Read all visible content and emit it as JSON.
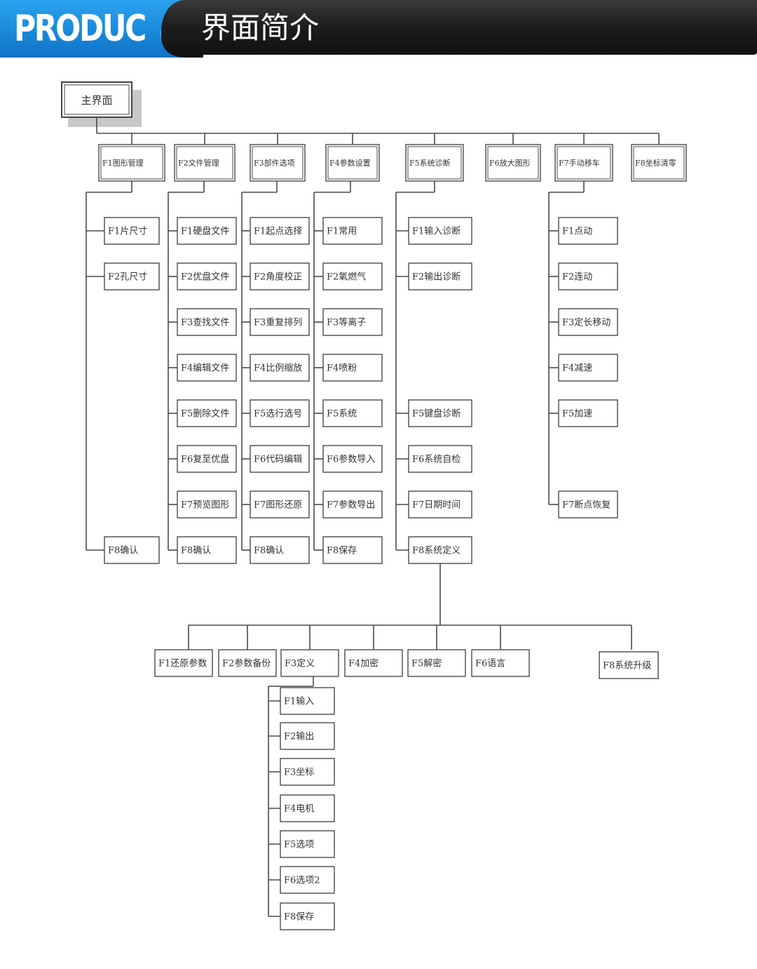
{
  "header": {
    "logo_text": "PRODUC",
    "title": "界面简介",
    "colors": {
      "banner_dark": "#1e1e1e",
      "logo_blue": "#1a8fe0"
    }
  },
  "diagram": {
    "root": "主界面",
    "menus": [
      {
        "label": "F1图形管理",
        "items": [
          "F1片尺寸",
          "F2孔尺寸",
          "F8确认"
        ]
      },
      {
        "label": "F2文件管理",
        "items": [
          "F1硬盘文件",
          "F2优盘文件",
          "F3查找文件",
          "F4编辑文件",
          "F5删除文件",
          "F6复至优盘",
          "F7预览图形",
          "F8确认"
        ]
      },
      {
        "label": "F3部件选项",
        "items": [
          "F1起点选择",
          "F2角度校正",
          "F3重复排列",
          "F4比例缩放",
          "F5选行选号",
          "F6代码编辑",
          "F7图形还原",
          "F8确认"
        ]
      },
      {
        "label": "F4参数设置",
        "items": [
          "F1常用",
          "F2氧燃气",
          "F3等离子",
          "F4喷粉",
          "F5系统",
          "F6参数导入",
          "F7参数导出",
          "F8保存"
        ]
      },
      {
        "label": "F5系统诊断",
        "items": [
          "F1输入诊断",
          "F2输出诊断",
          "F5键盘诊断",
          "F6系统自检",
          "F7日期时间",
          "F8系统定义"
        ]
      },
      {
        "label": "F6放大图形",
        "items": []
      },
      {
        "label": "F7手动移车",
        "items": [
          "F1点动",
          "F2连动",
          "F3定长移动",
          "F4减速",
          "F5加速",
          "F7断点恢复"
        ]
      },
      {
        "label": "F8坐标清零",
        "items": []
      }
    ],
    "system_define": {
      "items": [
        "F1还原参数",
        "F2参数备份",
        "F3定义",
        "F4加密",
        "F5解密",
        "F6语言",
        "F8系统升级"
      ]
    },
    "define": {
      "items": [
        "F1输入",
        "F2输出",
        "F3坐标",
        "F4电机",
        "F5选项",
        "F6选项2",
        "F8保存"
      ]
    }
  }
}
